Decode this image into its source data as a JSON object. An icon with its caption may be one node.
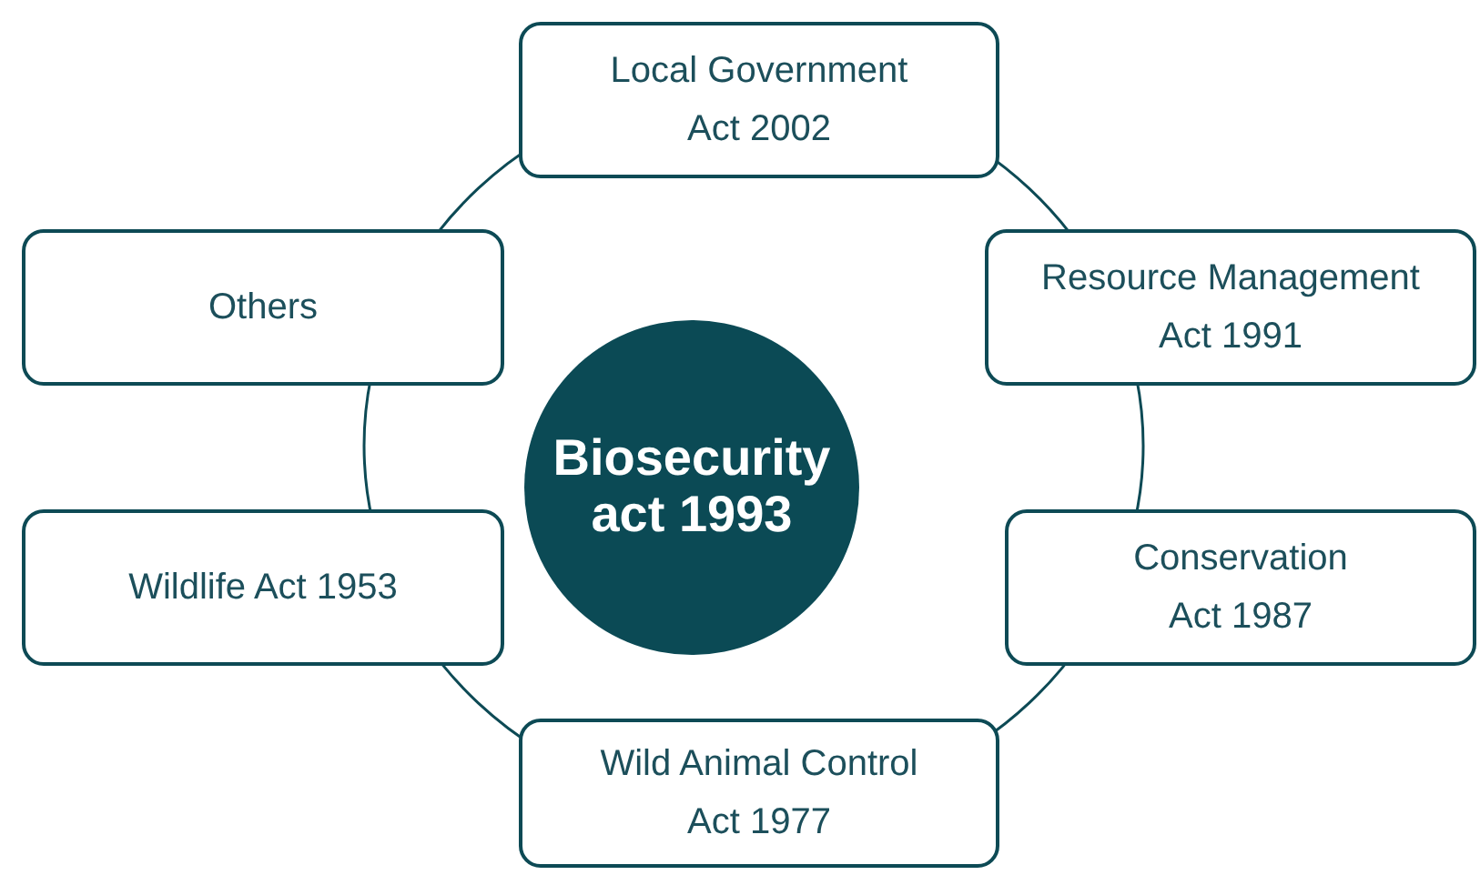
{
  "diagram": {
    "nodes": [
      {
        "text": [
          "Local Government Act 2002"
        ]
      },
      {
        "text": [
          "Others"
        ]
      },
      {
        "text": [
          "Resource Management Act 1991"
        ]
      },
      {
        "text": [
          "Biosecurity act 1993"
        ]
      },
      {
        "text": [
          "Wildlife Act 1953"
        ]
      },
      {
        "text": [
          "Conservation Act 1987"
        ]
      },
      {
        "text": [
          "Wild Animal Control Act 1977"
        ]
      }
    ]
  }
}
